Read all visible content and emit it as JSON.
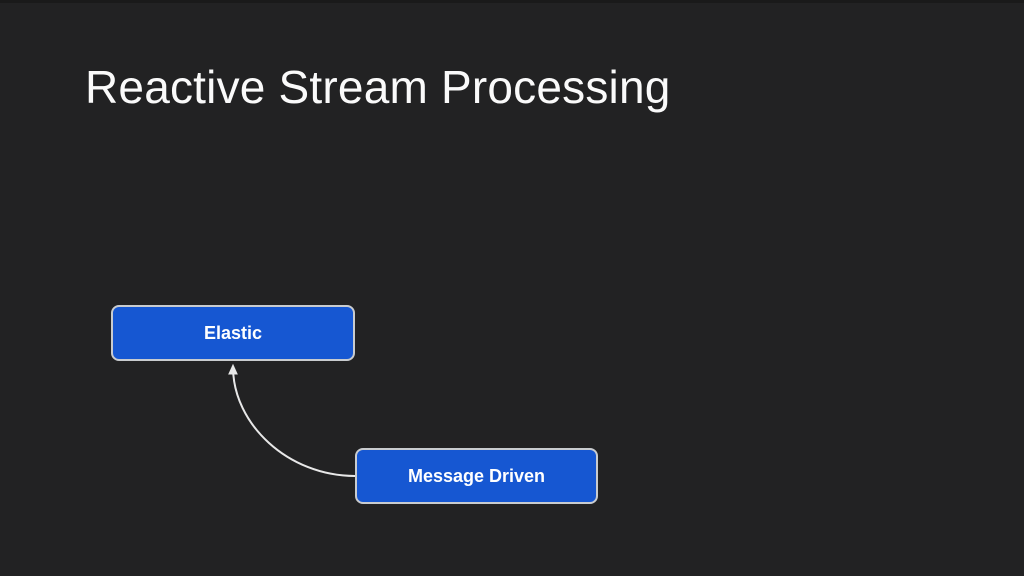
{
  "slide": {
    "title": "Reactive Stream Processing"
  },
  "diagram": {
    "nodes": [
      {
        "id": "elastic",
        "label": "Elastic"
      },
      {
        "id": "message-driven",
        "label": "Message Driven"
      }
    ],
    "edges": [
      {
        "from": "message-driven",
        "to": "elastic",
        "style": "curved-arrow"
      }
    ]
  },
  "colors": {
    "background": "#222223",
    "top_strip": "#1a1a1a",
    "title_text": "#fafafa",
    "node_fill": "#1657d2",
    "node_border": "#c9cccf",
    "node_text": "#ffffff",
    "connector": "#e8e8e8"
  }
}
